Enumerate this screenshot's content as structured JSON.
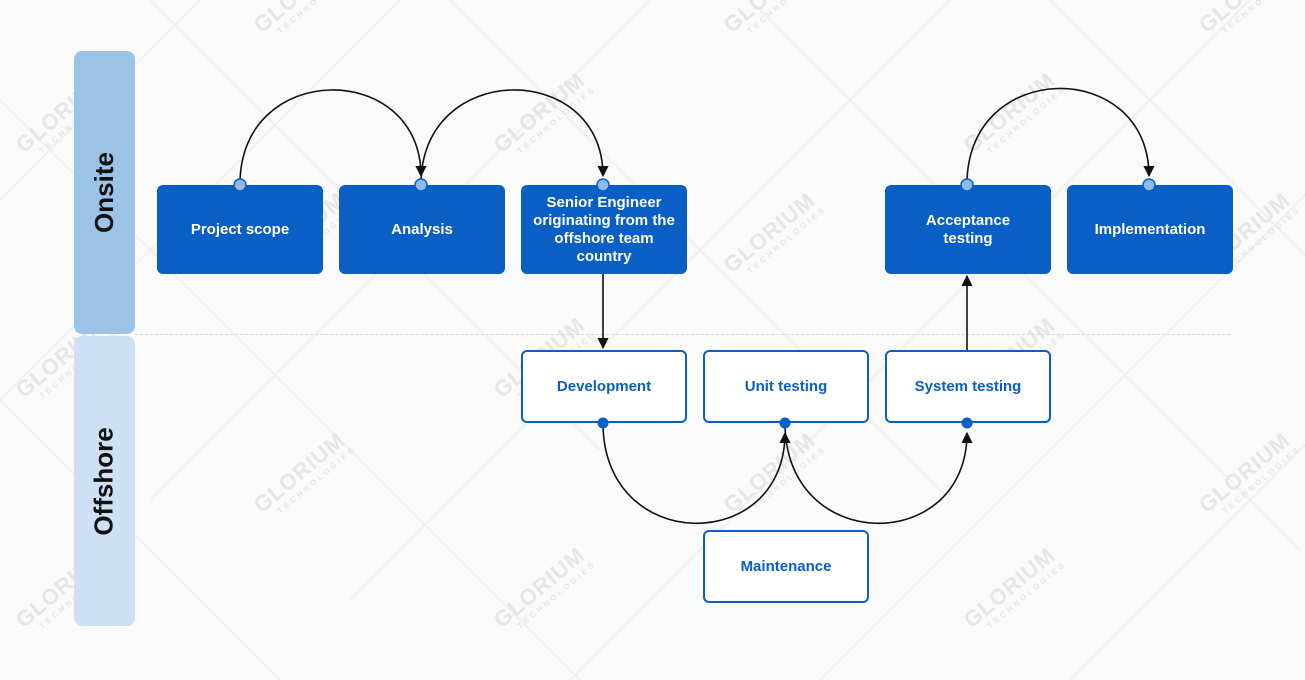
{
  "lanes": {
    "onsite": "Onsite",
    "offshore": "Offshore"
  },
  "watermark": {
    "main": "GLORIUM",
    "sub": "TECHNOLOGIES"
  },
  "nodes": {
    "project_scope": "Project scope",
    "analysis": "Analysis",
    "senior_engineer": "Senior Engineer originating from the offshore team country",
    "acceptance_testing": "Acceptance testing",
    "implementation": "Implementation",
    "development": "Development",
    "unit_testing": "Unit testing",
    "system_testing": "System testing",
    "maintenance": "Maintenance"
  },
  "colors": {
    "primary": "#0a5fc4",
    "onsite_lane": "#9bc3e8",
    "offshore_lane": "#cde0f5",
    "port": "#8fb9e8",
    "line": "#111111"
  }
}
